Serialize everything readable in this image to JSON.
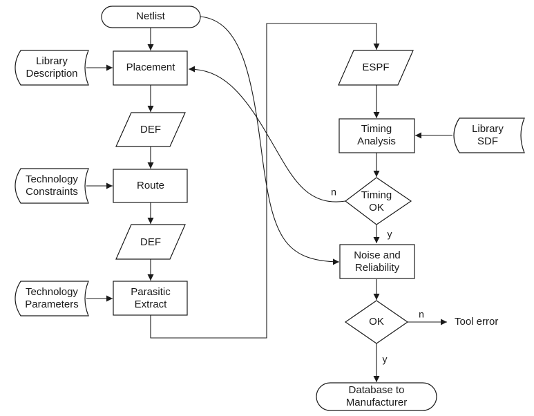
{
  "nodes": {
    "netlist": "Netlist",
    "lib_desc": [
      "Library",
      "Description"
    ],
    "placement": "Placement",
    "def1": "DEF",
    "tech_constraints": [
      "Technology",
      "Constraints"
    ],
    "route": "Route",
    "def2": "DEF",
    "tech_params": [
      "Technology",
      "Parameters"
    ],
    "parasitic": [
      "Parasitic",
      "Extract"
    ],
    "espf": "ESPF",
    "timing_analysis": [
      "Timing",
      "Analysis"
    ],
    "lib_sdf": [
      "Library",
      "SDF"
    ],
    "timing_ok": [
      "Timing",
      "OK"
    ],
    "noise": [
      "Noise and",
      "Reliability"
    ],
    "ok": "OK",
    "tool_error": "Tool error",
    "database": [
      "Database to",
      "Manufacturer"
    ]
  },
  "edge_labels": {
    "timing_no": "n",
    "timing_yes": "y",
    "ok_no": "n",
    "ok_yes": "y"
  }
}
